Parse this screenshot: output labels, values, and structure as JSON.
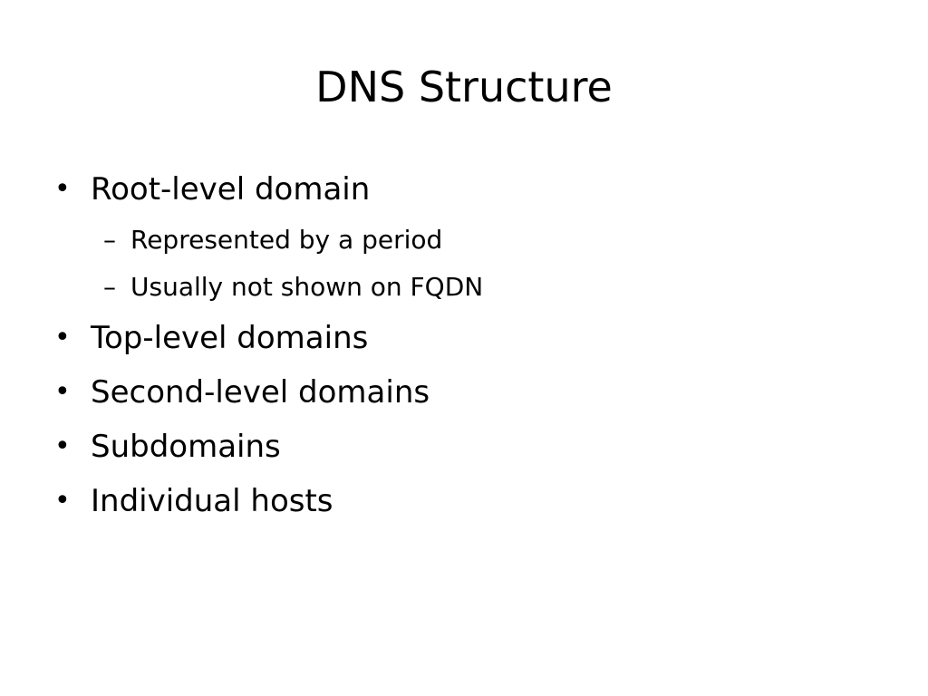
{
  "slide": {
    "title": "DNS Structure",
    "bullet_glyph": "•",
    "dash_glyph": "–",
    "bullets": [
      {
        "text": "Root-level domain",
        "subbullets": [
          "Represented by a period",
          "Usually not shown on FQDN"
        ]
      },
      {
        "text": "Top-level domains"
      },
      {
        "text": "Second-level domains"
      },
      {
        "text": "Subdomains"
      },
      {
        "text": "Individual hosts"
      }
    ]
  }
}
